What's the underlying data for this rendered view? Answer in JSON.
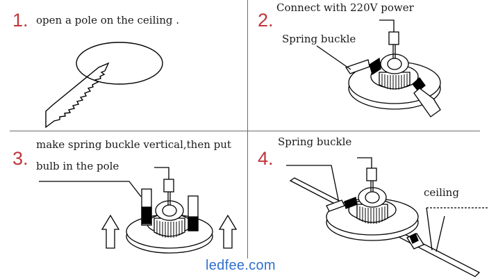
{
  "steps": [
    {
      "number": "1.",
      "caption": "open a pole on the ceiling ."
    },
    {
      "number": "2.",
      "caption": "Connect with 220V power",
      "label": "Spring buckle"
    },
    {
      "number": "3.",
      "caption_line1": "make spring buckle vertical,then put",
      "caption_line2": "bulb in the pole"
    },
    {
      "number": "4.",
      "label": "Spring buckle",
      "label_ceiling": "ceiling"
    }
  ],
  "watermark": "ledfee.com",
  "colors": {
    "step_number": "#c0353b",
    "watermark": "#2f6fd0",
    "line": "#000000"
  }
}
